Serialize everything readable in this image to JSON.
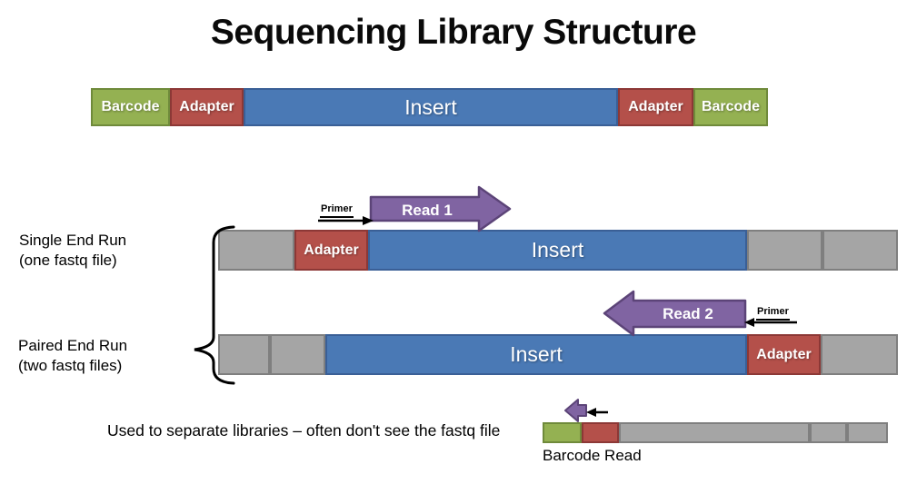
{
  "slide": {
    "title": "Sequencing Library Structure"
  },
  "colors": {
    "barcode_green": "#94B152",
    "barcode_green_border": "#6F8A3B",
    "adapter_red": "#B4504A",
    "adapter_red_border": "#8C3836",
    "insert_blue": "#4A79B5",
    "insert_blue_border": "#3A5F96",
    "unread_gray": "#A5A5A5",
    "unread_gray_border": "#7F7F7F",
    "read_arrow_purple": "#8064A2",
    "read_arrow_purple_border": "#5C4478"
  },
  "library_bar": {
    "segments": [
      {
        "label": "Barcode",
        "color": "#94B152"
      },
      {
        "label": "Adapter",
        "color": "#B4504A"
      },
      {
        "label": "Insert",
        "color": "#4A79B5"
      },
      {
        "label": "Adapter",
        "color": "#B4504A"
      },
      {
        "label": "Barcode",
        "color": "#94B152"
      }
    ]
  },
  "single_end_run": {
    "label_line1": "Single End Run",
    "label_line2": "(one fastq file)",
    "primer_label": "Primer",
    "read_label": "Read 1",
    "segments": [
      {
        "label": "",
        "color": "#A5A5A5"
      },
      {
        "label": "Adapter",
        "color": "#B4504A"
      },
      {
        "label": "Insert",
        "color": "#4A79B5"
      },
      {
        "label": "",
        "color": "#A5A5A5"
      },
      {
        "label": "",
        "color": "#A5A5A5"
      }
    ]
  },
  "paired_end_run": {
    "label_line1": "Paired End Run",
    "label_line2": "(two fastq files)",
    "primer_label": "Primer",
    "read_label": "Read 2",
    "segments": [
      {
        "label": "",
        "color": "#A5A5A5"
      },
      {
        "label": "",
        "color": "#A5A5A5"
      },
      {
        "label": "Insert",
        "color": "#4A79B5"
      },
      {
        "label": "Adapter",
        "color": "#B4504A"
      },
      {
        "label": "",
        "color": "#A5A5A5"
      }
    ]
  },
  "barcode_section": {
    "note": "Used to separate libraries – often don't see the fastq file",
    "read_label": "Barcode Read",
    "segments": [
      {
        "label": "",
        "color": "#94B152"
      },
      {
        "label": "",
        "color": "#B4504A"
      },
      {
        "label": "",
        "color": "#A5A5A5"
      },
      {
        "label": "",
        "color": "#A5A5A5"
      },
      {
        "label": "",
        "color": "#A5A5A5"
      }
    ]
  }
}
